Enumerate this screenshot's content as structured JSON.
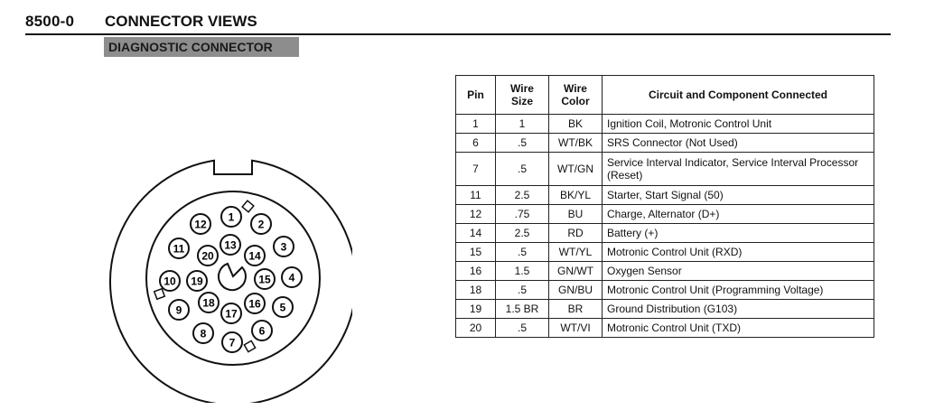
{
  "header": {
    "section_code": "8500-0",
    "section_title": "CONNECTOR VIEWS",
    "subtitle": "DIAGNOSTIC CONNECTOR"
  },
  "connector": {
    "pins": [
      "1",
      "2",
      "3",
      "4",
      "5",
      "6",
      "7",
      "8",
      "9",
      "10",
      "11",
      "12",
      "13",
      "14",
      "15",
      "16",
      "17",
      "18",
      "19",
      "20"
    ]
  },
  "table": {
    "headers": {
      "pin": "Pin",
      "wire_size": "Wire Size",
      "wire_color": "Wire Color",
      "circuit": "Circuit and Component Connected"
    },
    "rows": [
      {
        "pin": "1",
        "size": "1",
        "color": "BK",
        "circuit": "Ignition Coil, Motronic Control Unit"
      },
      {
        "pin": "6",
        "size": ".5",
        "color": "WT/BK",
        "circuit": "SRS Connector (Not Used)"
      },
      {
        "pin": "7",
        "size": ".5",
        "color": "WT/GN",
        "circuit": "Service Interval Indicator, Service Interval Processor (Reset)"
      },
      {
        "pin": "11",
        "size": "2.5",
        "color": "BK/YL",
        "circuit": "Starter, Start Signal (50)"
      },
      {
        "pin": "12",
        "size": ".75",
        "color": "BU",
        "circuit": "Charge, Alternator (D+)"
      },
      {
        "pin": "14",
        "size": "2.5",
        "color": "RD",
        "circuit": "Battery (+)"
      },
      {
        "pin": "15",
        "size": ".5",
        "color": "WT/YL",
        "circuit": "Motronic Control Unit (RXD)"
      },
      {
        "pin": "16",
        "size": "1.5",
        "color": "GN/WT",
        "circuit": "Oxygen Sensor"
      },
      {
        "pin": "18",
        "size": ".5",
        "color": "GN/BU",
        "circuit": "Motronic Control Unit (Programming Voltage)"
      },
      {
        "pin": "19",
        "size": "1.5 BR",
        "color": "BR",
        "circuit": "Ground Distribution (G103)"
      },
      {
        "pin": "20",
        "size": ".5",
        "color": "WT/VI",
        "circuit": "Motronic Control Unit (TXD)"
      }
    ]
  }
}
